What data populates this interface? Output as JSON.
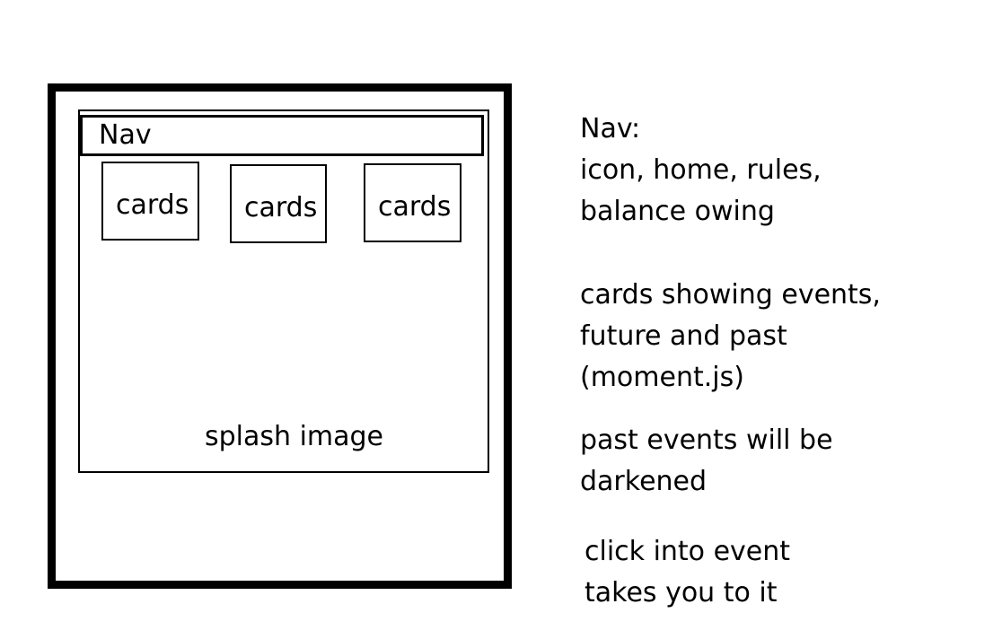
{
  "wireframe": {
    "nav_label": "Nav",
    "cards": [
      "cards",
      "cards",
      "cards"
    ],
    "splash_label": "splash image"
  },
  "notes": {
    "nav": [
      "Nav:",
      "icon, home, rules,",
      "balance owing"
    ],
    "cards": [
      "cards showing events,",
      "future and past",
      "(moment.js)"
    ],
    "past": [
      "past events will be",
      "darkened"
    ],
    "click": [
      "click into event",
      "takes you to it"
    ]
  }
}
